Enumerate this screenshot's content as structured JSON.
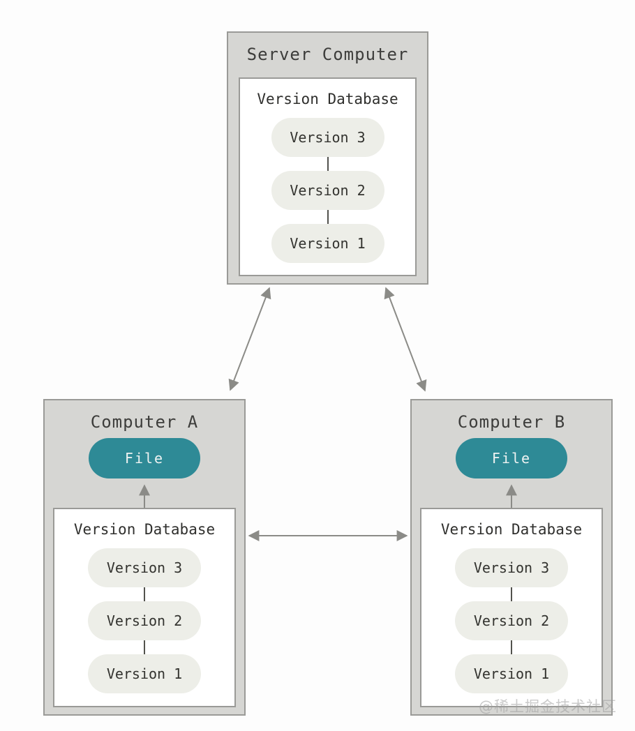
{
  "page": {
    "watermark": "@稀土掘金技术社区",
    "background": "#fdfdfd"
  },
  "colors": {
    "box_fill": "#d6d6d3",
    "box_border": "#9a9a97",
    "inner_box_fill": "#ffffff",
    "version_pill_fill": "#edeee8",
    "version_pill_text": "#33332f",
    "file_pill_fill": "#2e8a96",
    "file_pill_text": "#eff3f2",
    "arrow": "#8b8b87",
    "title_text": "#3d3d3b"
  },
  "diagram": {
    "server": {
      "title": "Server Computer",
      "database": {
        "title": "Version Database",
        "versions": [
          "Version 3",
          "Version 2",
          "Version 1"
        ]
      }
    },
    "computer_a": {
      "title": "Computer A",
      "file_label": "File",
      "database": {
        "title": "Version Database",
        "versions": [
          "Version 3",
          "Version 2",
          "Version 1"
        ]
      }
    },
    "computer_b": {
      "title": "Computer B",
      "file_label": "File",
      "database": {
        "title": "Version Database",
        "versions": [
          "Version 3",
          "Version 2",
          "Version 1"
        ]
      }
    },
    "arrows": [
      {
        "name": "server-to-computer-a",
        "type": "double-headed"
      },
      {
        "name": "server-to-computer-b",
        "type": "double-headed"
      },
      {
        "name": "computer-a-to-computer-b",
        "type": "double-headed"
      },
      {
        "name": "database-to-file-a",
        "type": "single-headed"
      },
      {
        "name": "database-to-file-b",
        "type": "single-headed"
      }
    ]
  }
}
